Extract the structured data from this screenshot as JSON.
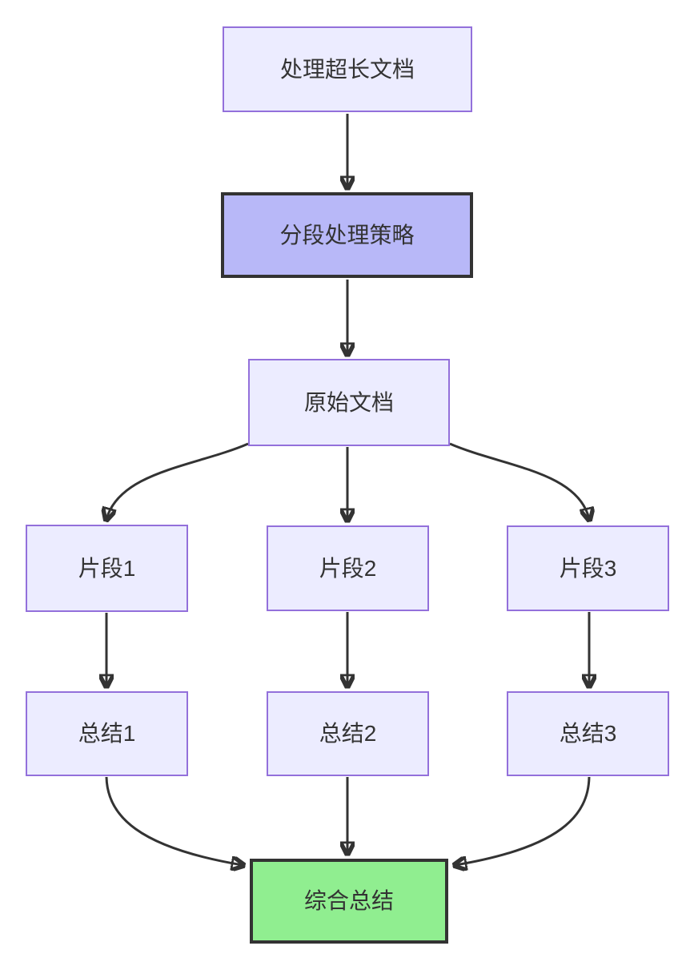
{
  "diagram": {
    "type": "flowchart",
    "direction": "top-down",
    "nodes": [
      {
        "id": "A",
        "label": "处理超长文档",
        "style": "light"
      },
      {
        "id": "B",
        "label": "分段处理策略",
        "style": "highlight"
      },
      {
        "id": "C",
        "label": "原始文档",
        "style": "light"
      },
      {
        "id": "D1",
        "label": "片段1",
        "style": "light"
      },
      {
        "id": "D2",
        "label": "片段2",
        "style": "light"
      },
      {
        "id": "D3",
        "label": "片段3",
        "style": "light"
      },
      {
        "id": "E1",
        "label": "总结1",
        "style": "light"
      },
      {
        "id": "E2",
        "label": "总结2",
        "style": "light"
      },
      {
        "id": "E3",
        "label": "总结3",
        "style": "light"
      },
      {
        "id": "F",
        "label": "综合总结",
        "style": "result"
      }
    ],
    "edges": [
      {
        "from": "A",
        "to": "B"
      },
      {
        "from": "B",
        "to": "C"
      },
      {
        "from": "C",
        "to": "D1"
      },
      {
        "from": "C",
        "to": "D2"
      },
      {
        "from": "C",
        "to": "D3"
      },
      {
        "from": "D1",
        "to": "E1"
      },
      {
        "from": "D2",
        "to": "E2"
      },
      {
        "from": "D3",
        "to": "E3"
      },
      {
        "from": "E1",
        "to": "F"
      },
      {
        "from": "E2",
        "to": "F"
      },
      {
        "from": "E3",
        "to": "F"
      }
    ],
    "colors": {
      "node_fill": "#ECECFF",
      "node_border": "#9370DB",
      "highlight_fill": "#B8B8F8",
      "highlight_border": "#333333",
      "result_fill": "#90EE90",
      "result_border": "#333333",
      "edge": "#333333",
      "text": "#333333",
      "background": "#FFFFFF"
    }
  }
}
